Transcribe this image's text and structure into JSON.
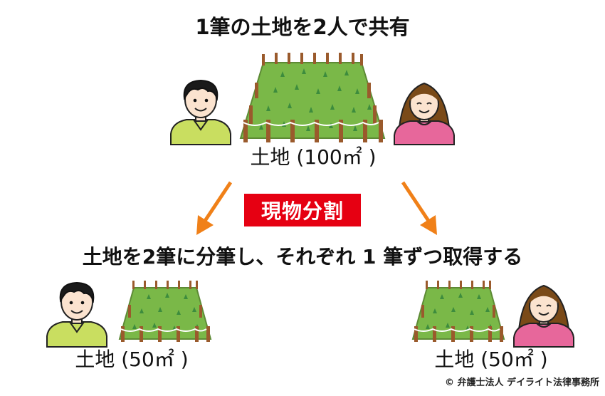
{
  "title": "1筆の土地を2人で共有",
  "land_label_big": "土地 (100㎡ )",
  "badge": "現物分割",
  "subtitle": "土地を2筆に分筆し、それぞれ 1 筆ずつ取得する",
  "land_label_left": "土地 (50㎡ )",
  "land_label_right": "土地 (50㎡ )",
  "credit": "© 弁護士法人 デイライト法律事務所",
  "colors": {
    "arrow": "#f08018",
    "badge_bg": "#e60012",
    "grass": "#7ab848",
    "grass_dark": "#3d8c3d",
    "fence": "#9a5a2c",
    "man_shirt": "#c9de60",
    "woman_shirt": "#e7679b"
  }
}
